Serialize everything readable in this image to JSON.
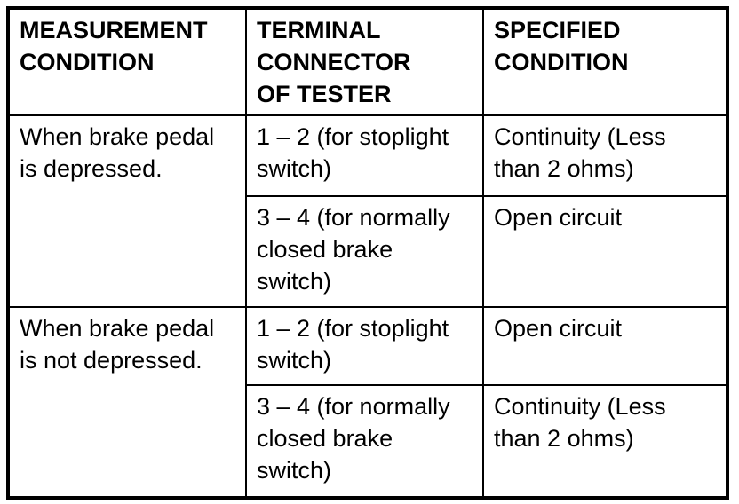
{
  "table": {
    "headers": [
      [
        "MEASUREMENT",
        "CONDITION"
      ],
      [
        "TERMINAL",
        "CONNECTOR",
        "OF TESTER"
      ],
      [
        "SPECIFIED",
        "CONDITION"
      ]
    ],
    "groups": [
      {
        "measurement": "When brake pedal is depressed.",
        "tests": [
          {
            "terminal": "1 – 2 (for stoplight switch)",
            "specified": "Continuity (Less than 2 ohms)"
          },
          {
            "terminal": "3 – 4 (for normally closed brake switch)",
            "specified": "Open circuit"
          }
        ]
      },
      {
        "measurement": "When brake pedal is not depressed.",
        "tests": [
          {
            "terminal": "1 – 2 (for stoplight switch)",
            "specified": "Open circuit"
          },
          {
            "terminal": "3 – 4 (for normally closed brake switch)",
            "specified": "Continuity (Less than 2 ohms)"
          }
        ]
      }
    ],
    "colors": {
      "border": "#000000",
      "text": "#000000",
      "background": "#ffffff"
    }
  }
}
